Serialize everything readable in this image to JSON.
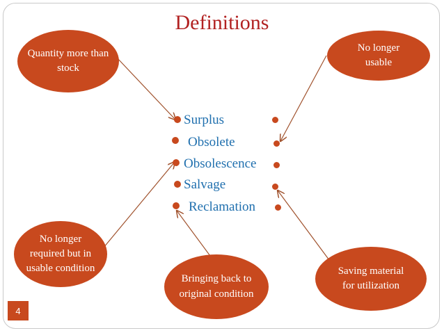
{
  "slide": {
    "title": "Definitions",
    "page_number": "4"
  },
  "terms": [
    {
      "label": "Surplus"
    },
    {
      "label": "Obsolete"
    },
    {
      "label": "Obsolescence"
    },
    {
      "label": "Salvage"
    },
    {
      "label": "Reclamation"
    }
  ],
  "bubbles": {
    "quantity_more": "Quantity more than stock",
    "no_longer_usable": "No longer usable",
    "no_longer_required": "No longer required but in usable condition",
    "bringing_back": "Bringing back to original condition",
    "saving_material": "Saving material for utilization"
  },
  "colors": {
    "title": "#b22222",
    "bubble": "#c8491e",
    "term_text": "#1f6fae",
    "arrow": "#a0522d"
  }
}
